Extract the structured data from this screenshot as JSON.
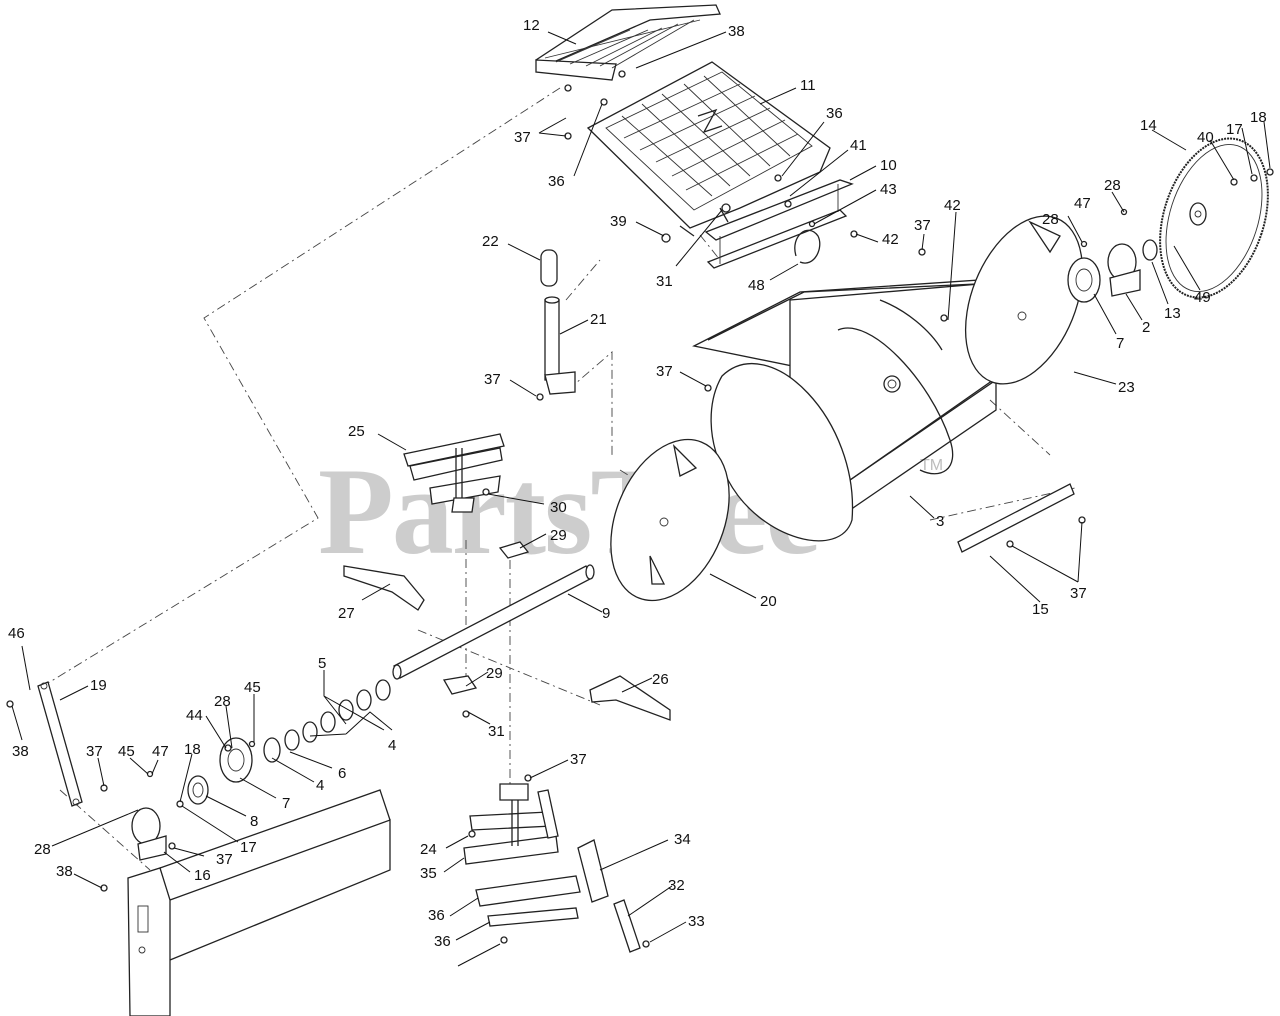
{
  "watermark": {
    "text": "PartsTree",
    "trademark": "TM"
  },
  "callouts": [
    {
      "id": "c12a",
      "label": "12"
    },
    {
      "id": "c38a",
      "label": "38"
    },
    {
      "id": "c11",
      "label": "11"
    },
    {
      "id": "c36a",
      "label": "36"
    },
    {
      "id": "c37a",
      "label": "37"
    },
    {
      "id": "c36b",
      "label": "36"
    },
    {
      "id": "c41",
      "label": "41"
    },
    {
      "id": "c10",
      "label": "10"
    },
    {
      "id": "c43",
      "label": "43"
    },
    {
      "id": "c39",
      "label": "39"
    },
    {
      "id": "c31a",
      "label": "31"
    },
    {
      "id": "c48",
      "label": "48"
    },
    {
      "id": "c22",
      "label": "22"
    },
    {
      "id": "c21",
      "label": "21"
    },
    {
      "id": "c37b",
      "label": "37"
    },
    {
      "id": "c37c",
      "label": "37"
    },
    {
      "id": "c42a",
      "label": "42"
    },
    {
      "id": "c42b",
      "label": "42"
    },
    {
      "id": "c37d",
      "label": "37"
    },
    {
      "id": "c14",
      "label": "14"
    },
    {
      "id": "c40",
      "label": "40"
    },
    {
      "id": "c17a",
      "label": "17"
    },
    {
      "id": "c18a",
      "label": "18"
    },
    {
      "id": "c28a",
      "label": "28"
    },
    {
      "id": "c47a",
      "label": "47"
    },
    {
      "id": "c28b",
      "label": "28"
    },
    {
      "id": "c7a",
      "label": "7"
    },
    {
      "id": "c2",
      "label": "2"
    },
    {
      "id": "c13",
      "label": "13"
    },
    {
      "id": "c49",
      "label": "49"
    },
    {
      "id": "c23",
      "label": "23"
    },
    {
      "id": "c3",
      "label": "3"
    },
    {
      "id": "c25",
      "label": "25"
    },
    {
      "id": "c30",
      "label": "30"
    },
    {
      "id": "c29a",
      "label": "29"
    },
    {
      "id": "c27",
      "label": "27"
    },
    {
      "id": "c9",
      "label": "9"
    },
    {
      "id": "c20",
      "label": "20"
    },
    {
      "id": "c15",
      "label": "15"
    },
    {
      "id": "c37e",
      "label": "37"
    },
    {
      "id": "c46",
      "label": "46"
    },
    {
      "id": "c19",
      "label": "19"
    },
    {
      "id": "c38b",
      "label": "38"
    },
    {
      "id": "c5",
      "label": "5"
    },
    {
      "id": "c29b",
      "label": "29"
    },
    {
      "id": "c26",
      "label": "26"
    },
    {
      "id": "c28c",
      "label": "28"
    },
    {
      "id": "c45a",
      "label": "45"
    },
    {
      "id": "c44",
      "label": "44"
    },
    {
      "id": "c4a",
      "label": "4"
    },
    {
      "id": "c31b",
      "label": "31"
    },
    {
      "id": "c37f",
      "label": "37"
    },
    {
      "id": "c45b",
      "label": "45"
    },
    {
      "id": "c47b",
      "label": "47"
    },
    {
      "id": "c18b",
      "label": "18"
    },
    {
      "id": "c6",
      "label": "6"
    },
    {
      "id": "c4b",
      "label": "4"
    },
    {
      "id": "c7b",
      "label": "7"
    },
    {
      "id": "c8",
      "label": "8"
    },
    {
      "id": "c17b",
      "label": "17"
    },
    {
      "id": "c37g",
      "label": "37"
    },
    {
      "id": "c28d",
      "label": "28"
    },
    {
      "id": "c16",
      "label": "16"
    },
    {
      "id": "c38c",
      "label": "38"
    },
    {
      "id": "c37h",
      "label": "37"
    },
    {
      "id": "c34",
      "label": "34"
    },
    {
      "id": "c24",
      "label": "24"
    },
    {
      "id": "c35",
      "label": "35"
    },
    {
      "id": "c32",
      "label": "32"
    },
    {
      "id": "c36c",
      "label": "36"
    },
    {
      "id": "c33",
      "label": "33"
    },
    {
      "id": "c36d",
      "label": "36"
    }
  ]
}
